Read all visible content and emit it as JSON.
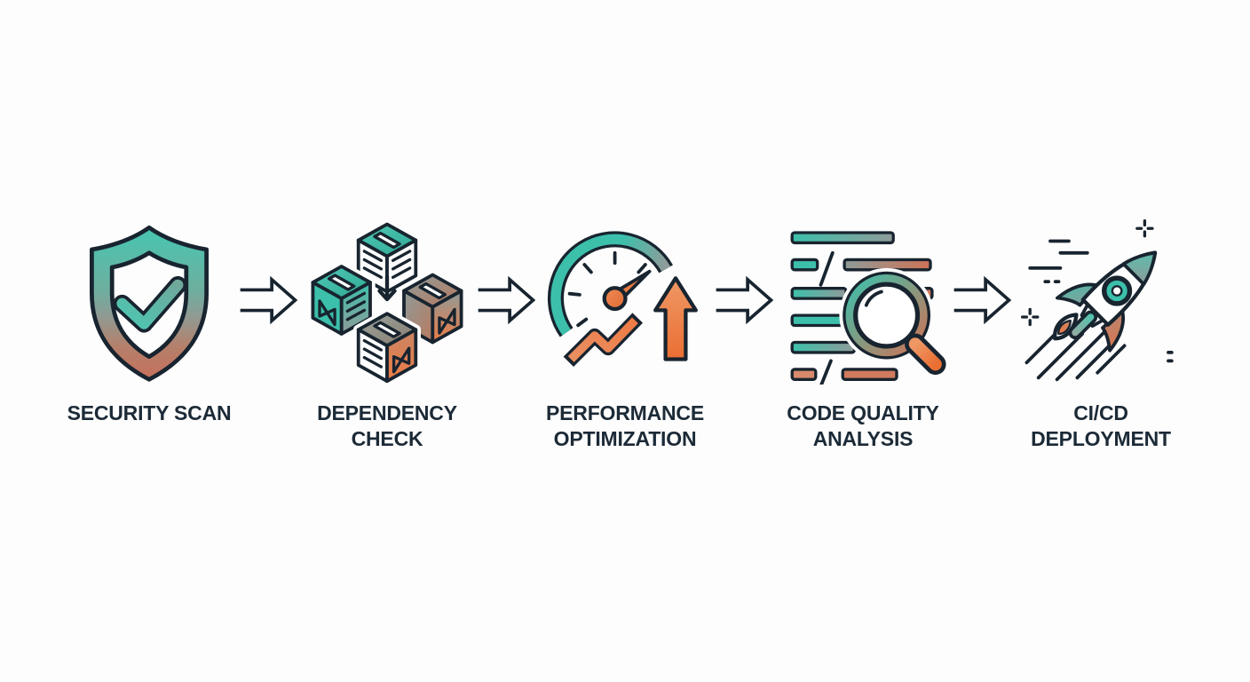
{
  "diagram": {
    "type": "process-flow",
    "background": "#fdfdfd",
    "palette": {
      "outline": "#18242f",
      "text": "#1c2a37",
      "teal": "#3cc0ab",
      "gray": "#8f9b99",
      "salmon": "#c7705c",
      "orange": "#ee7b45",
      "white": "#ffffff"
    },
    "steps": [
      {
        "id": "security-scan",
        "label": "SECURITY SCAN",
        "icon": "shield-check-icon"
      },
      {
        "id": "dependency-check",
        "label": "DEPENDENCY CHECK",
        "icon": "dependency-cubes-icon"
      },
      {
        "id": "performance-optimization",
        "label": "PERFORMANCE OPTIMIZATION",
        "icon": "speedometer-growth-icon"
      },
      {
        "id": "code-quality-analysis",
        "label": "CODE QUALITY ANALYSIS",
        "icon": "code-magnifier-icon"
      },
      {
        "id": "cicd-deployment",
        "label": "CI/CD DEPLOYMENT",
        "icon": "rocket-launch-icon"
      }
    ],
    "connectors": {
      "count": 4,
      "icon": "flow-arrow-icon",
      "direction": "right"
    }
  }
}
